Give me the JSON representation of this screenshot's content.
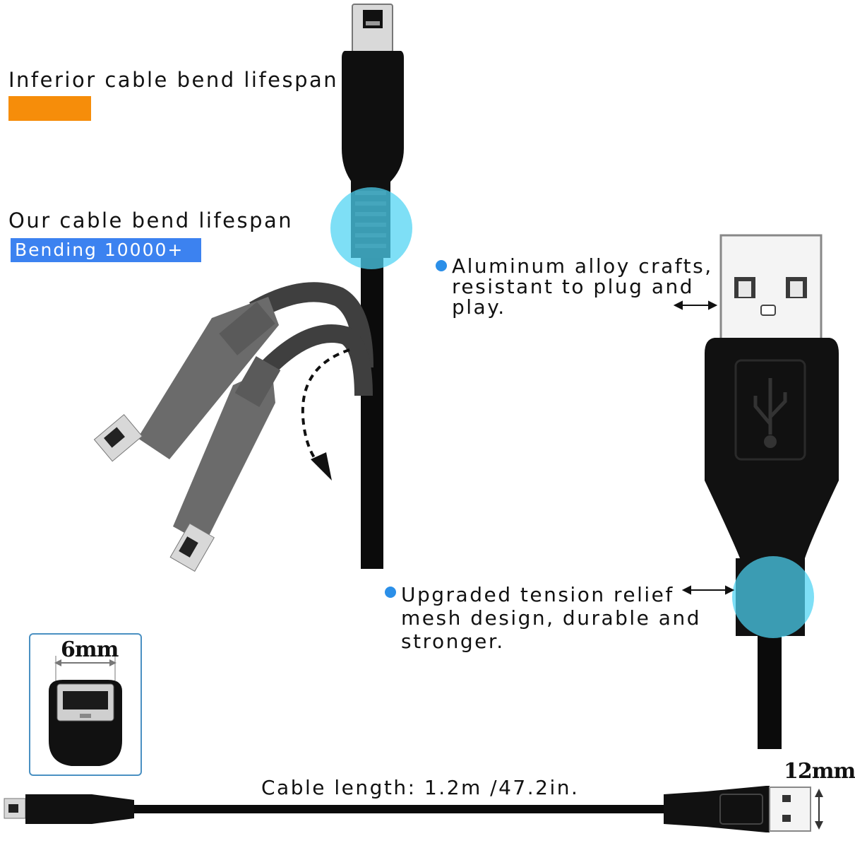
{
  "bend": {
    "inferior_label": "Inferior cable bend lifespan",
    "ours_label": "Our cable bend lifespan",
    "ours_badge": "Bending 10000+"
  },
  "features": {
    "aluminum": "Aluminum alloy crafts,\nresistant to plug and\nplay.",
    "tension": "Upgraded tension relief\nmesh design, durable and\nstronger."
  },
  "dimensions": {
    "plug_width": "6mm",
    "usb_height": "12mm"
  },
  "cable_length": "Cable length: 1.2m /47.2in.",
  "colors": {
    "orange": "#f68d0a",
    "blue": "#3c82f0",
    "dot": "#2b8fe8",
    "highlight": "#4cd3f3"
  }
}
